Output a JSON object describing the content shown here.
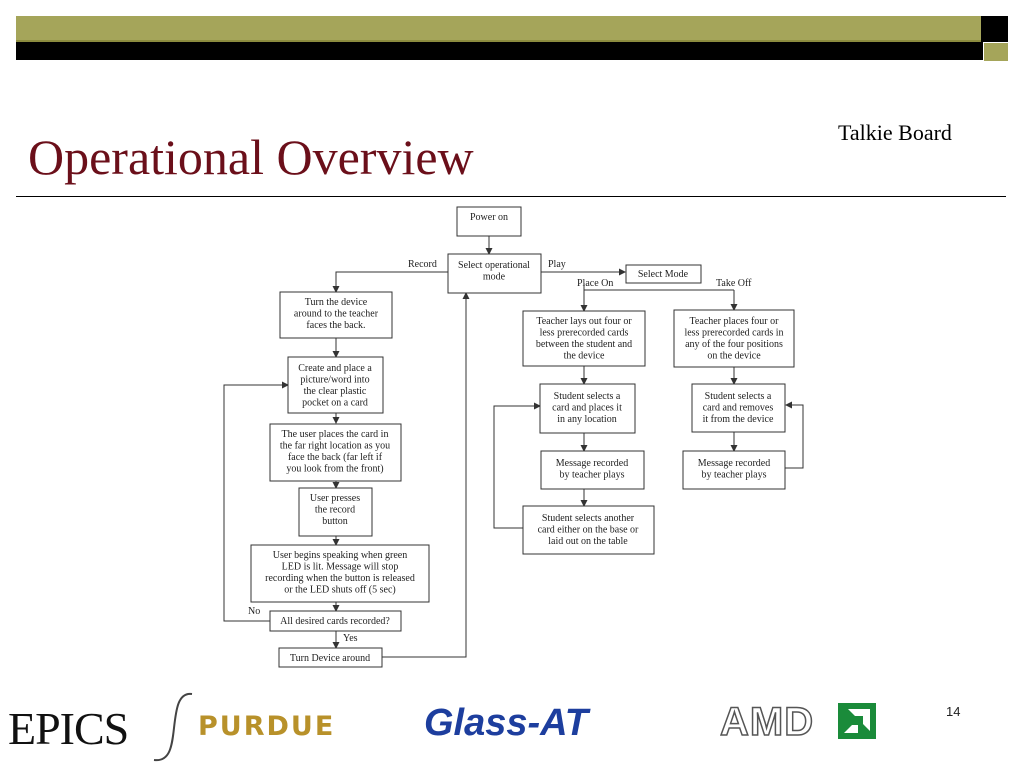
{
  "slide": {
    "title": "Operational Overview",
    "subtitle": "Talkie Board",
    "page_number": "14"
  },
  "flow": {
    "power_on": [
      "Power on"
    ],
    "select_operational": [
      "Select operational",
      "mode"
    ],
    "record_label": "Record",
    "play_label": "Play",
    "select_mode": [
      "Select Mode"
    ],
    "place_on_label": "Place On",
    "take_off_label": "Take Off",
    "turn_device": [
      "Turn the device",
      "around to the teacher",
      "faces the back."
    ],
    "create_place": [
      "Create and place a",
      "picture/word into",
      "the clear plastic",
      "pocket on a card"
    ],
    "user_places": [
      "The user places the card in",
      "the far right location as you",
      "face the back (far left if",
      "you look from the front)"
    ],
    "user_presses": [
      "User presses",
      "the record",
      "button"
    ],
    "user_begins": [
      "User begins speaking when green",
      "LED is lit.  Message will stop",
      "recording when the button is released",
      "or the LED shuts off (5 sec)"
    ],
    "all_desired": [
      "All desired cards recorded?"
    ],
    "no_label": "No",
    "yes_label": "Yes",
    "turn_around": [
      "Turn Device around"
    ],
    "teacher_lays": [
      "Teacher lays out four or",
      "less prerecorded cards",
      "between the student and",
      "the device"
    ],
    "student_selects_place": [
      "Student selects a",
      "card and places it",
      "in any location"
    ],
    "message_place": [
      "Message recorded",
      "by teacher plays"
    ],
    "student_another": [
      "Student selects another",
      "card either on the base or",
      "laid out on the table"
    ],
    "teacher_places": [
      "Teacher places four or",
      "less prerecorded cards in",
      "any of the four positions",
      "on the device"
    ],
    "student_selects_remove": [
      "Student selects a",
      "card and removes",
      "it from the device"
    ],
    "message_take": [
      "Message recorded",
      "by teacher plays"
    ]
  },
  "logos": {
    "epics": "EPICS",
    "purdue": "PURDUE",
    "glass_at": "Glass-AT",
    "amd": "AMD"
  },
  "colors": {
    "title": "#6b0f1a",
    "olive": "#a5a55a",
    "purdue_gold": "#b8912a",
    "glass_blue": "#1d3e9e",
    "amd_green": "#1a8b3a"
  }
}
